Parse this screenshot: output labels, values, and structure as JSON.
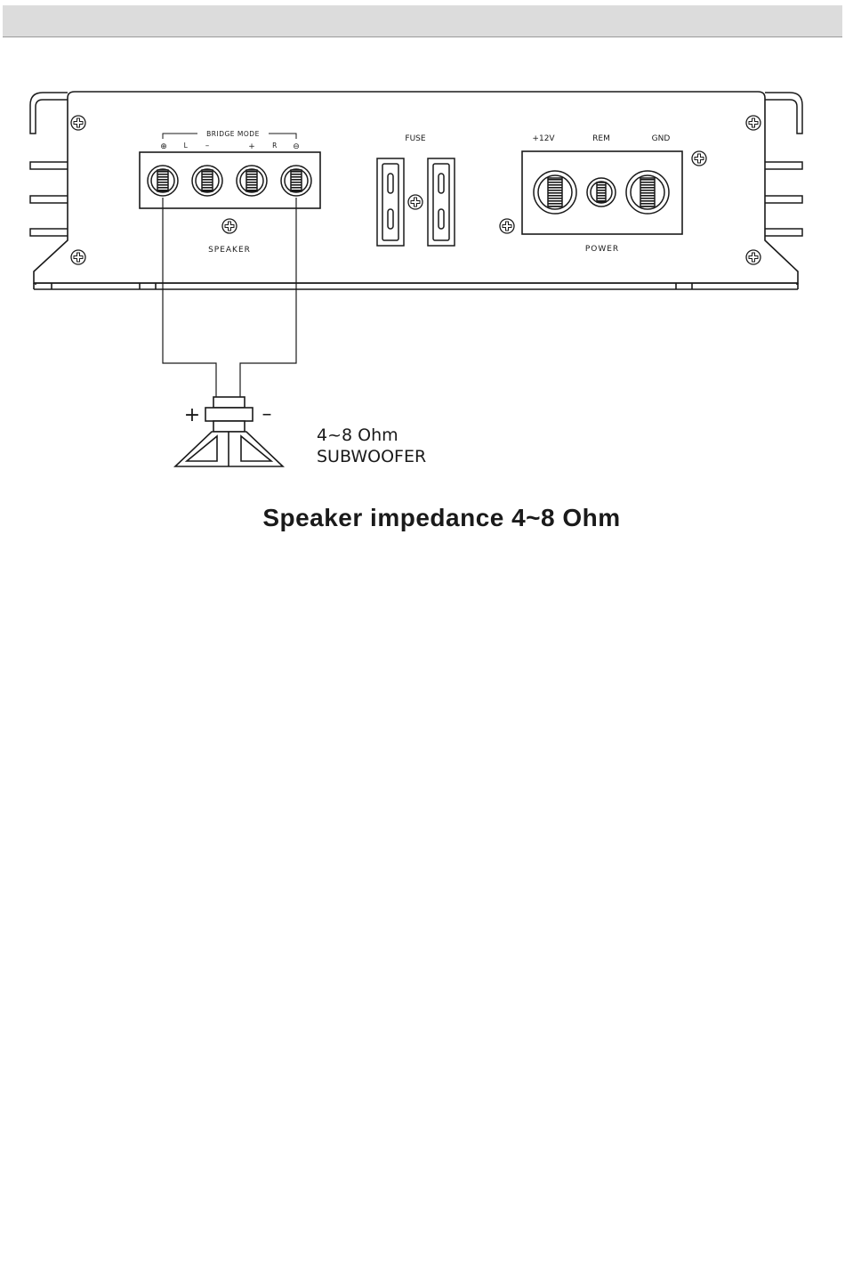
{
  "amplifier": {
    "bridge_mode_label": "BRIDGE MODE",
    "speaker_terminal_labels": [
      "⊕",
      "L",
      "–",
      "+",
      "R",
      "⊖"
    ],
    "speaker_label": "SPEAKER",
    "fuse_label": "FUSE",
    "power_terminal_labels": [
      "+12V",
      "REM",
      "GND"
    ],
    "power_label": "POWER"
  },
  "subwoofer": {
    "plus_sign": "+",
    "minus_sign": "–",
    "impedance": "4~8 Ohm",
    "name": "SUBWOOFER"
  },
  "caption": "Speaker impedance 4~8 Ohm"
}
